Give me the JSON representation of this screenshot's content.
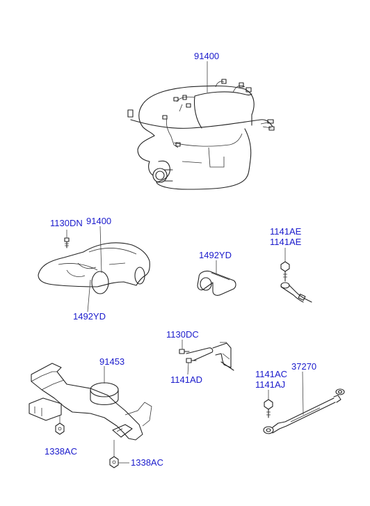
{
  "labels": {
    "l_91400_top": "91400",
    "l_1130DN": "1130DN",
    "l_91400_car": "91400",
    "l_1492YD_car": "1492YD",
    "l_1492YD_clip": "1492YD",
    "l_1141AE_a": "1141AE",
    "l_1141AE_b": "1141AE",
    "l_1130DC": "1130DC",
    "l_1141AD": "1141AD",
    "l_91453": "91453",
    "l_1338AC_a": "1338AC",
    "l_1338AC_b": "1338AC",
    "l_1141AC": "1141AC",
    "l_1141AJ": "1141AJ",
    "l_37270": "37270"
  },
  "colors": {
    "label": "#1a1acc",
    "line": "#222222",
    "background": "#ffffff"
  }
}
